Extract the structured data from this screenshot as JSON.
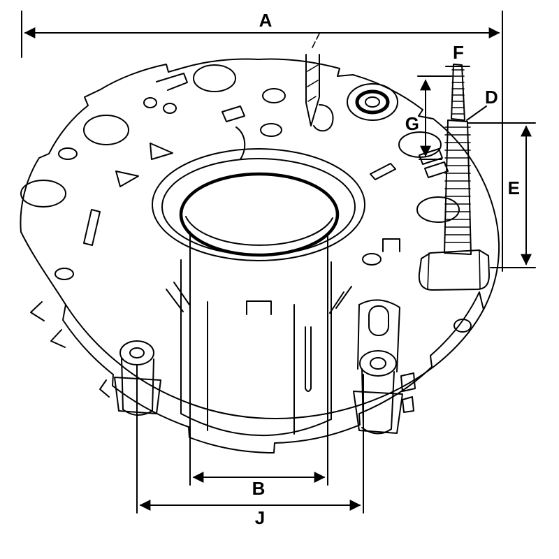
{
  "drawing": {
    "kind": "technical-line-drawing",
    "subject": "alternator rectifier plate, perspective view with dimension callouts",
    "background": "#ffffff",
    "stroke_color": "#000000",
    "dimension_labels": {
      "A": "A",
      "B": "B",
      "D": "D",
      "E": "E",
      "F": "F",
      "G": "G",
      "J": "J"
    }
  }
}
